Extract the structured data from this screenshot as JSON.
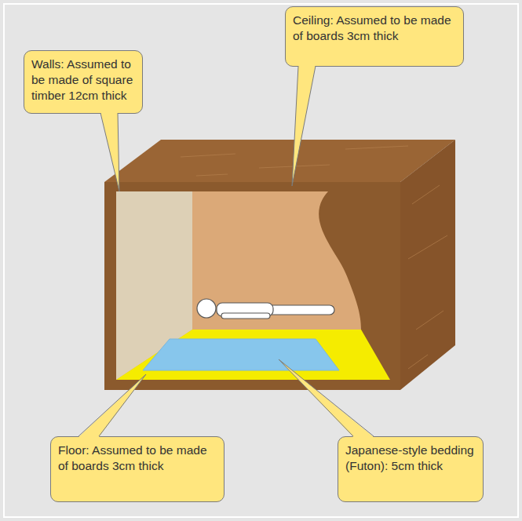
{
  "diagram": {
    "nodes": [
      {
        "text": [
          "Walls: Assumed to be made of square timber 12cm thick"
        ]
      },
      {
        "text": [
          "Ceiling: Assumed to be made of boards 3cm thick"
        ]
      },
      {
        "text": [
          "Floor: Assumed to be made of boards 3cm thick"
        ]
      },
      {
        "text": [
          "Japanese-style bedding (Futon): 5cm thick"
        ]
      }
    ]
  }
}
